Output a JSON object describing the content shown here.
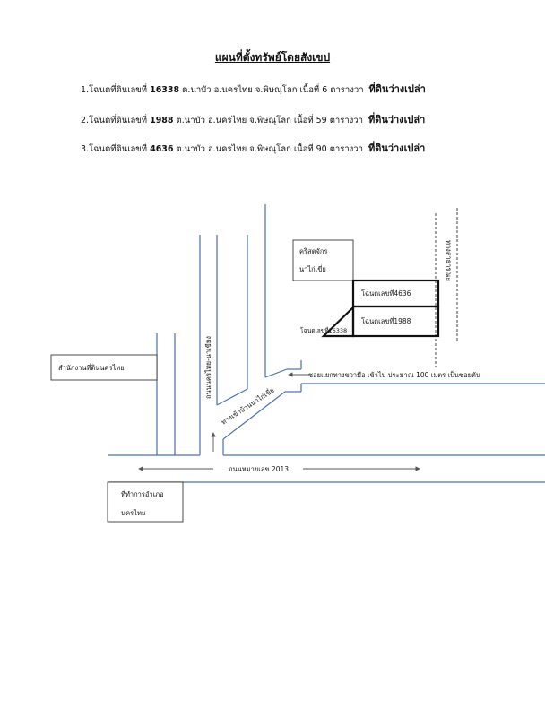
{
  "title": "แผนที่ตั้งทรัพย์โดยสังเขป",
  "items": [
    {
      "prefix": "1.โฉนดที่ดินเลขที่ ",
      "number": "16338",
      "details": " ต.นาบัว อ.นครไทย จ.พิษณุโลก เนื้อที่ 6 ตารางวา",
      "status": "ที่ดินว่างเปล่า"
    },
    {
      "prefix": "2.โฉนดที่ดินเลขที่ ",
      "number": "1988",
      "details": " ต.นาบัว อ.นครไทย จ.พิษณุโลก  เนื้อที่ 59 ตารางวา",
      "status": "ที่ดินว่างเปล่า"
    },
    {
      "prefix": "3.โฉนดที่ดินเลขที่ ",
      "number": "4636",
      "details": " ต.นาบัว อ.นครไทย จ.พิษณุโลก เนื้อที่ 90 ตารางวา",
      "status": "ที่ดินว่างเปล่า"
    }
  ],
  "map": {
    "church_line1": "คริสตจักร",
    "church_line2": "นาไก่เขี่ย",
    "plot_4636": "โฉนดเลขที่4636",
    "plot_1988": "โฉนดเลขที่1988",
    "plot_16338": "โฉนดเลขที่16338",
    "land_office": "สำนักงานที่ดินนครไทย",
    "district_line1": "ที่ทำการอำเภอ",
    "district_line2": "นครไทย",
    "road_vertical": "ถนนนครไทย-นาเขียง",
    "road_diagonal": "ทางเข้าบ้านนาไก่เขี่ย",
    "soi_note": "ซอยแยกทางขวามือ เข้าไป ประมาณ 100 เมตร เป็นซอยตัน",
    "highway": "ถนนหมายเลข 2013",
    "public_way": "ทางสาธารณะ"
  }
}
